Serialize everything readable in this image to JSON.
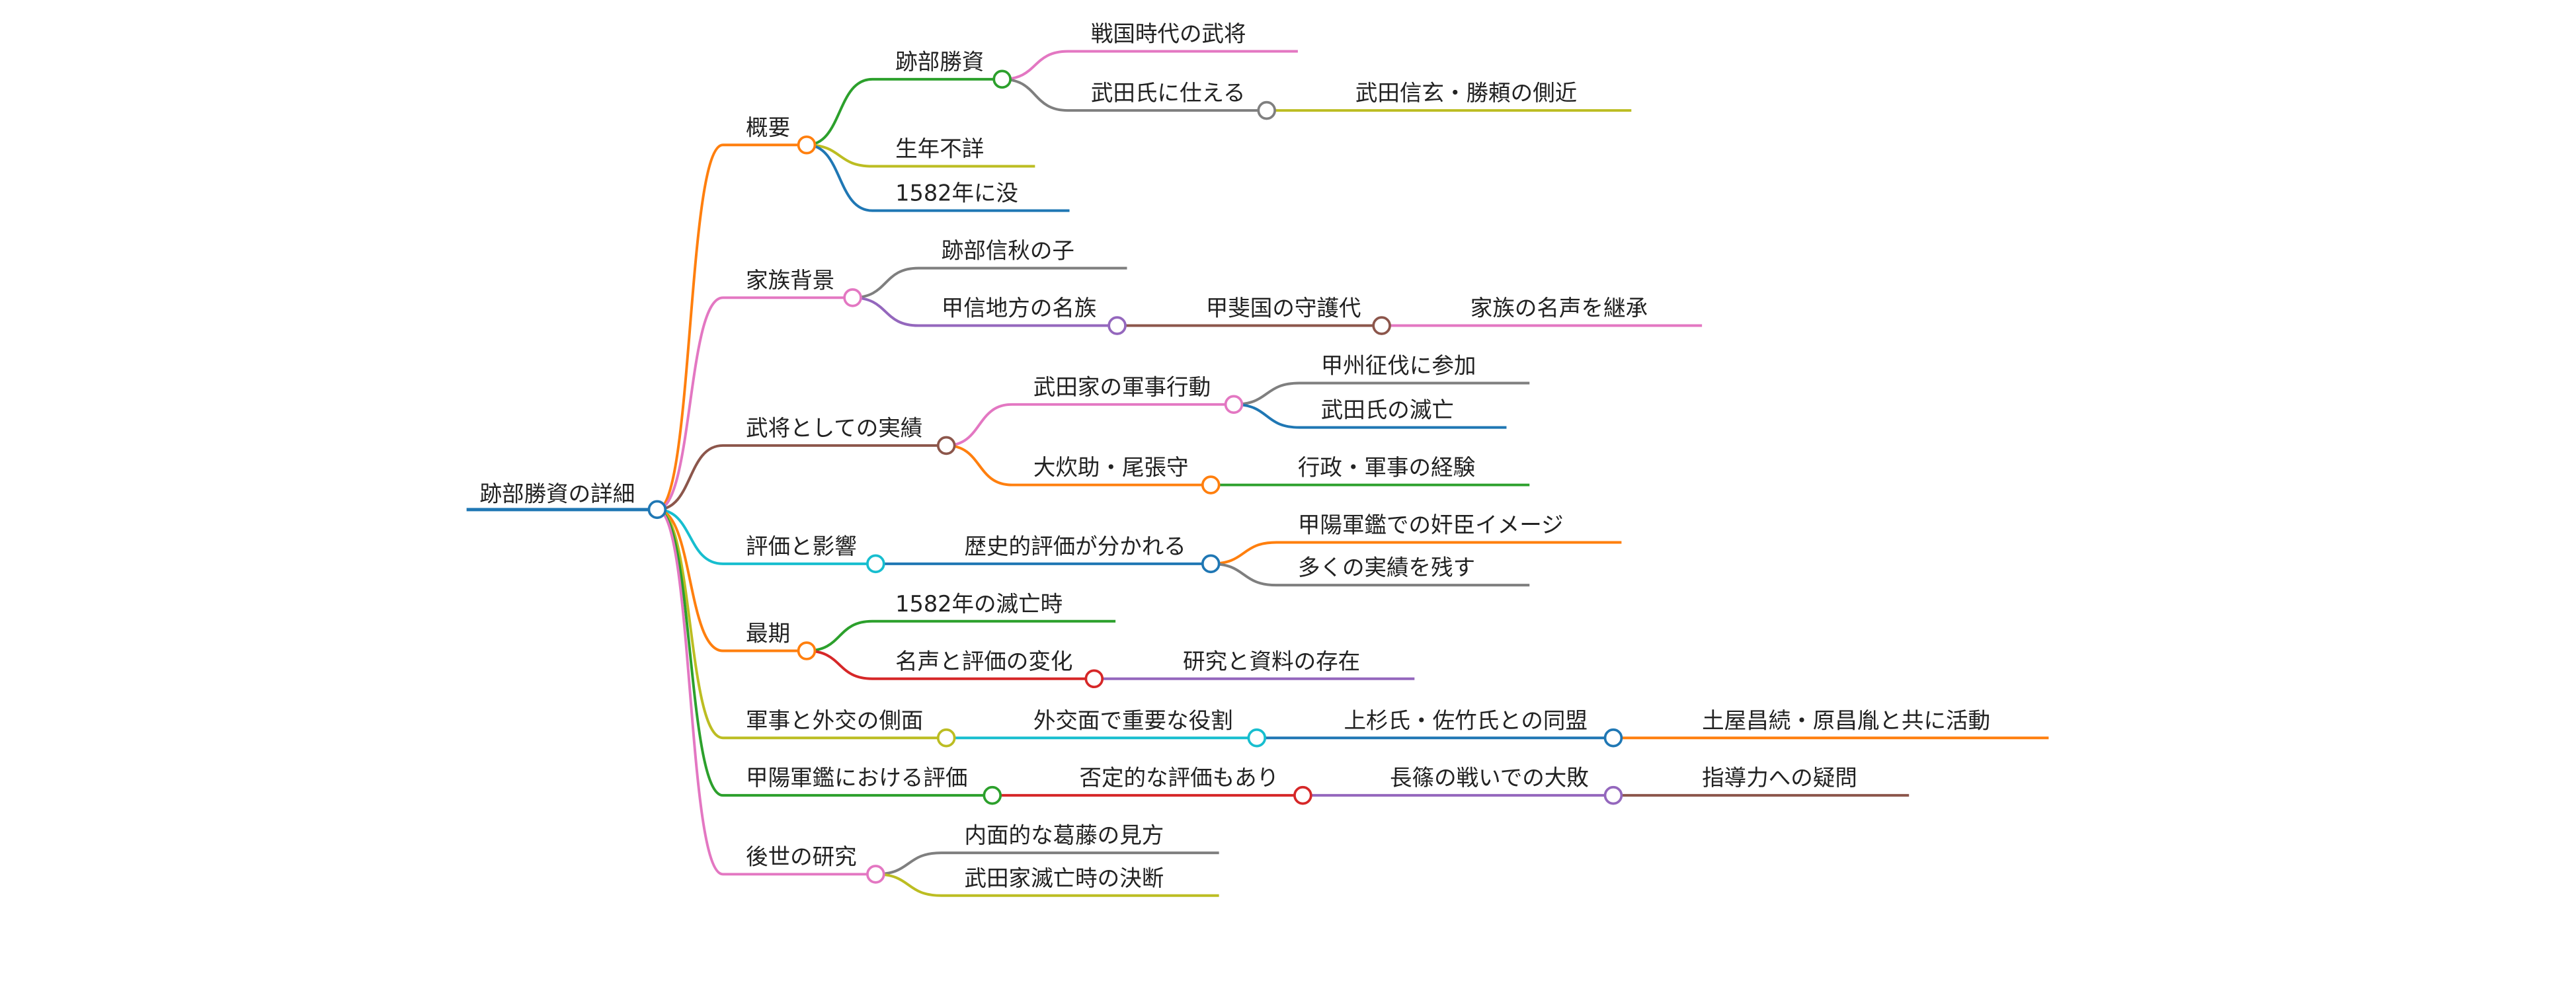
{
  "root": {
    "label": "跡部勝資の詳細",
    "color": "#1f77b4"
  },
  "nodes": [
    {
      "id": "n1",
      "parent": "root",
      "label": "概要",
      "color": "#ff7f0e"
    },
    {
      "id": "n1a",
      "parent": "n1",
      "label": "跡部勝資",
      "color": "#2ca02c"
    },
    {
      "id": "n1a1",
      "parent": "n1a",
      "label": "戦国時代の武将",
      "color": "#e377c2"
    },
    {
      "id": "n1a2",
      "parent": "n1a",
      "label": "武田氏に仕える",
      "color": "#7f7f7f"
    },
    {
      "id": "n1a2a",
      "parent": "n1a2",
      "label": "武田信玄・勝頼の側近",
      "color": "#bcbd22"
    },
    {
      "id": "n1b",
      "parent": "n1",
      "label": "生年不詳",
      "color": "#bcbd22"
    },
    {
      "id": "n1c",
      "parent": "n1",
      "label": "1582年に没",
      "color": "#1f77b4"
    },
    {
      "id": "n2",
      "parent": "root",
      "label": "家族背景",
      "color": "#e377c2"
    },
    {
      "id": "n2a",
      "parent": "n2",
      "label": "跡部信秋の子",
      "color": "#7f7f7f"
    },
    {
      "id": "n2b",
      "parent": "n2",
      "label": "甲信地方の名族",
      "color": "#9467bd"
    },
    {
      "id": "n2b1",
      "parent": "n2b",
      "label": "甲斐国の守護代",
      "color": "#8c564b"
    },
    {
      "id": "n2b1a",
      "parent": "n2b1",
      "label": "家族の名声を継承",
      "color": "#e377c2"
    },
    {
      "id": "n3",
      "parent": "root",
      "label": "武将としての実績",
      "color": "#8c564b"
    },
    {
      "id": "n3a",
      "parent": "n3",
      "label": "武田家の軍事行動",
      "color": "#e377c2"
    },
    {
      "id": "n3a1",
      "parent": "n3a",
      "label": "甲州征伐に参加",
      "color": "#7f7f7f"
    },
    {
      "id": "n3a2",
      "parent": "n3a",
      "label": "武田氏の滅亡",
      "color": "#1f77b4"
    },
    {
      "id": "n3b",
      "parent": "n3",
      "label": "大炊助・尾張守",
      "color": "#ff7f0e"
    },
    {
      "id": "n3b1",
      "parent": "n3b",
      "label": "行政・軍事の経験",
      "color": "#2ca02c"
    },
    {
      "id": "n4",
      "parent": "root",
      "label": "評価と影響",
      "color": "#17becf"
    },
    {
      "id": "n4a",
      "parent": "n4",
      "label": "歴史的評価が分かれる",
      "color": "#1f77b4"
    },
    {
      "id": "n4a1",
      "parent": "n4a",
      "label": "甲陽軍鑑での奸臣イメージ",
      "color": "#ff7f0e"
    },
    {
      "id": "n4a2",
      "parent": "n4a",
      "label": "多くの実績を残す",
      "color": "#7f7f7f"
    },
    {
      "id": "n5",
      "parent": "root",
      "label": "最期",
      "color": "#ff7f0e"
    },
    {
      "id": "n5a",
      "parent": "n5",
      "label": "1582年の滅亡時",
      "color": "#2ca02c"
    },
    {
      "id": "n5b",
      "parent": "n5",
      "label": "名声と評価の変化",
      "color": "#d62728"
    },
    {
      "id": "n5b1",
      "parent": "n5b",
      "label": "研究と資料の存在",
      "color": "#9467bd"
    },
    {
      "id": "n6",
      "parent": "root",
      "label": "軍事と外交の側面",
      "color": "#bcbd22"
    },
    {
      "id": "n6a",
      "parent": "n6",
      "label": "外交面で重要な役割",
      "color": "#17becf"
    },
    {
      "id": "n6a1",
      "parent": "n6a",
      "label": "上杉氏・佐竹氏との同盟",
      "color": "#1f77b4"
    },
    {
      "id": "n6a1a",
      "parent": "n6a1",
      "label": "土屋昌続・原昌胤と共に活動",
      "color": "#ff7f0e"
    },
    {
      "id": "n7",
      "parent": "root",
      "label": "甲陽軍鑑における評価",
      "color": "#2ca02c"
    },
    {
      "id": "n7a",
      "parent": "n7",
      "label": "否定的な評価もあり",
      "color": "#d62728"
    },
    {
      "id": "n7a1",
      "parent": "n7a",
      "label": "長篠の戦いでの大敗",
      "color": "#9467bd"
    },
    {
      "id": "n7a1a",
      "parent": "n7a1",
      "label": "指導力への疑問",
      "color": "#8c564b"
    },
    {
      "id": "n8",
      "parent": "root",
      "label": "後世の研究",
      "color": "#e377c2"
    },
    {
      "id": "n8a",
      "parent": "n8",
      "label": "内面的な葛藤の見方",
      "color": "#7f7f7f"
    },
    {
      "id": "n8b",
      "parent": "n8",
      "label": "武田家滅亡時の決断",
      "color": "#bcbd22"
    }
  ]
}
